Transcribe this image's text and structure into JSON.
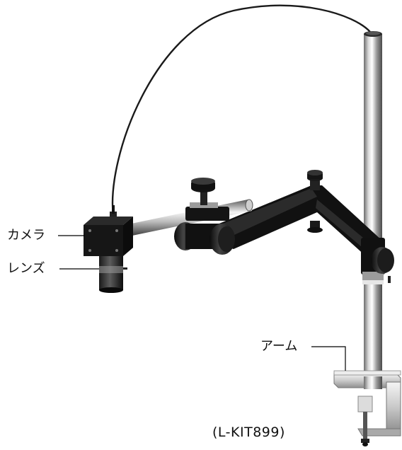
{
  "labels": {
    "camera": "カメラ",
    "lens": "レンズ",
    "arm": "アーム"
  },
  "model": "(L-KIT899)",
  "colors": {
    "metal_black": "#111111",
    "chrome_light": "#f2f2f2",
    "chrome_dark": "#8a8a8a",
    "cable": "#1a1a1a",
    "line": "#000000"
  }
}
